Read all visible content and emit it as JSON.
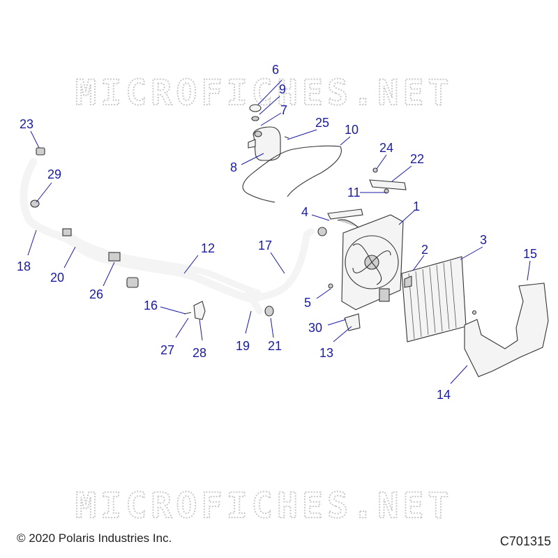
{
  "watermark_text": "MICROFICHES.NET",
  "copyright": "© 2020 Polaris Industries Inc.",
  "diagram_code": "C701315",
  "callouts": [
    "1",
    "2",
    "3",
    "4",
    "5",
    "6",
    "7",
    "8",
    "9",
    "10",
    "11",
    "12",
    "13",
    "14",
    "15",
    "16",
    "17",
    "18",
    "19",
    "20",
    "21",
    "22",
    "23",
    "24",
    "25",
    "26",
    "27",
    "28",
    "29",
    "30"
  ]
}
